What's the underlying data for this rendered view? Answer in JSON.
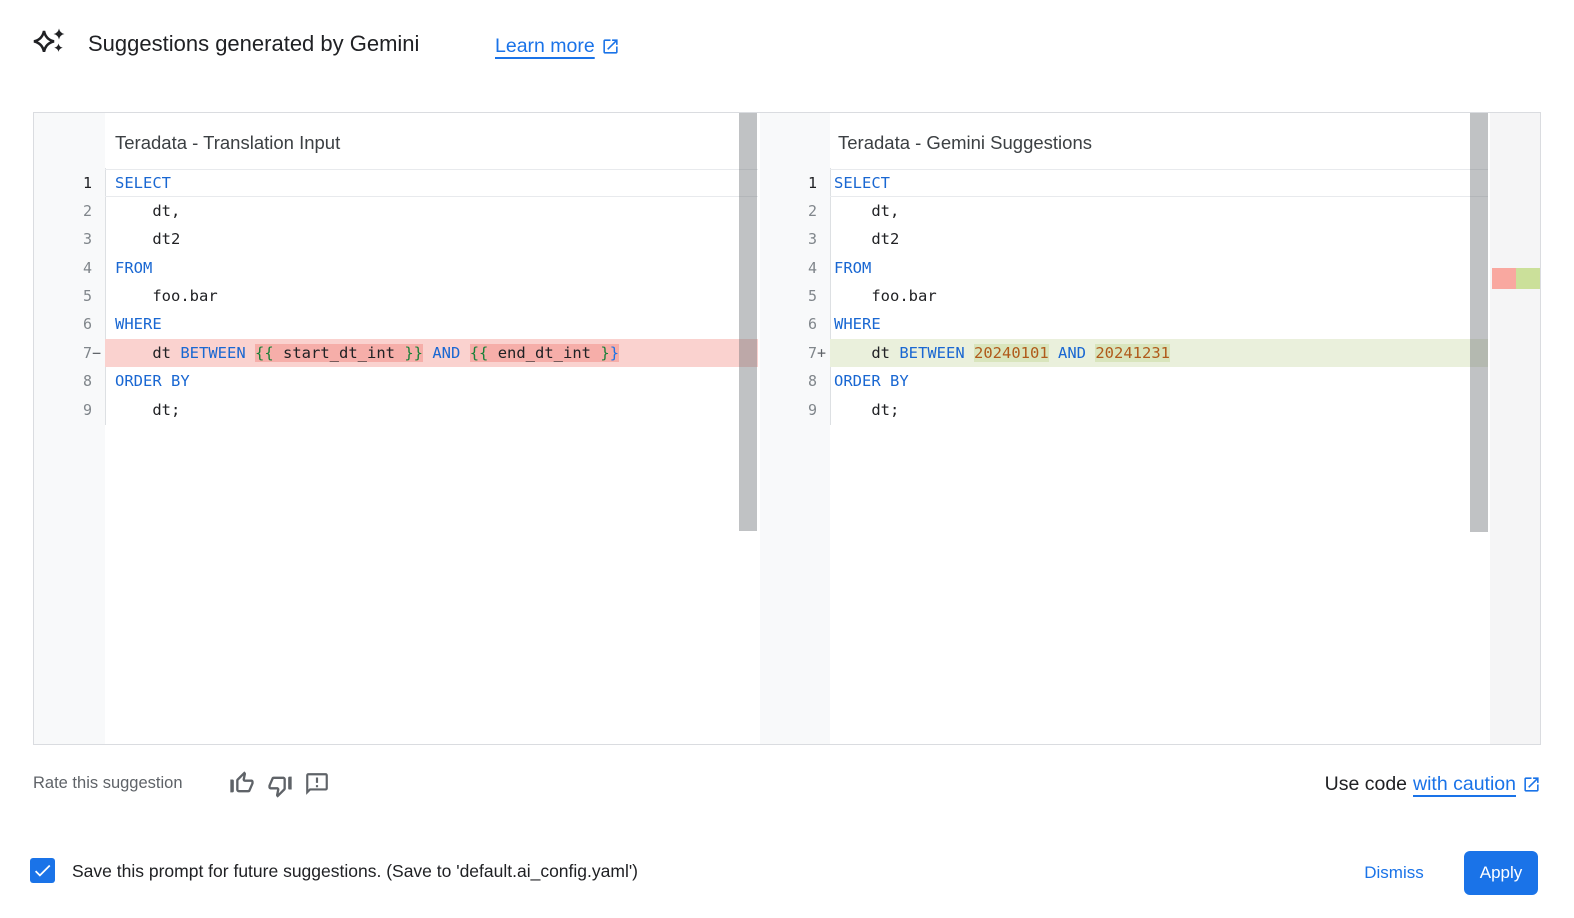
{
  "colors": {
    "accent_blue": "#1a73e8",
    "keyword_blue": "#1967d2",
    "brace_green": "#188038",
    "literal_orange": "#b05a1a",
    "deleted_line_bg": "#fad2cf",
    "deleted_token_bg": "#f6aea9",
    "added_line_bg": "#eaf0dc",
    "added_token_bg": "#d9e5bd",
    "ruler_deleted": "#f9a8a0",
    "ruler_added": "#cbe09a",
    "gutter_bg": "#f8f9fa",
    "line_number_gray": "#80868b",
    "text_primary": "#202124",
    "text_secondary": "#5f6368"
  },
  "header": {
    "icon": "gemini-sparkle-icon",
    "title": "Suggestions generated by Gemini",
    "learn_more_label": "Learn more"
  },
  "panels": {
    "left": {
      "title": "Teradata - Translation Input",
      "lines": [
        {
          "n": "1",
          "sign": "",
          "diff": "",
          "tokens": [
            {
              "t": "SELECT",
              "c": "kw"
            }
          ]
        },
        {
          "n": "2",
          "sign": "",
          "diff": "",
          "tokens": [
            {
              "t": "    dt,",
              "c": "plain"
            }
          ]
        },
        {
          "n": "3",
          "sign": "",
          "diff": "",
          "tokens": [
            {
              "t": "    dt2",
              "c": "plain"
            }
          ]
        },
        {
          "n": "4",
          "sign": "",
          "diff": "",
          "tokens": [
            {
              "t": "FROM",
              "c": "kw"
            }
          ]
        },
        {
          "n": "5",
          "sign": "",
          "diff": "",
          "tokens": [
            {
              "t": "    foo.bar",
              "c": "plain"
            }
          ]
        },
        {
          "n": "6",
          "sign": "",
          "diff": "",
          "tokens": [
            {
              "t": "WHERE",
              "c": "kw"
            }
          ]
        },
        {
          "n": "7",
          "sign": "−",
          "diff": "del",
          "tokens": [
            {
              "t": "    dt ",
              "c": "plain"
            },
            {
              "t": "BETWEEN",
              "c": "kw"
            },
            {
              "t": " ",
              "c": "plain"
            },
            {
              "t": "{{",
              "c": "brace",
              "hl": true
            },
            {
              "t": " start_dt_int ",
              "c": "plain",
              "hl": true
            },
            {
              "t": "}}",
              "c": "brace",
              "hl": true
            },
            {
              "t": " ",
              "c": "plain"
            },
            {
              "t": "AND",
              "c": "kw"
            },
            {
              "t": " ",
              "c": "plain"
            },
            {
              "t": "{{",
              "c": "brace",
              "hl": true
            },
            {
              "t": " end_dt_int ",
              "c": "plain",
              "hl": true
            },
            {
              "t": "}",
              "c": "brace",
              "hl": true
            },
            {
              "t": "}",
              "c": "brace-blue",
              "hl": true
            }
          ]
        },
        {
          "n": "8",
          "sign": "",
          "diff": "",
          "tokens": [
            {
              "t": "ORDER BY",
              "c": "kw"
            }
          ]
        },
        {
          "n": "9",
          "sign": "",
          "diff": "",
          "tokens": [
            {
              "t": "    dt;",
              "c": "plain"
            }
          ]
        }
      ]
    },
    "right": {
      "title": "Teradata - Gemini Suggestions",
      "lines": [
        {
          "n": "1",
          "sign": "",
          "diff": "",
          "tokens": [
            {
              "t": "SELECT",
              "c": "kw"
            }
          ]
        },
        {
          "n": "2",
          "sign": "",
          "diff": "",
          "tokens": [
            {
              "t": "    dt,",
              "c": "plain"
            }
          ]
        },
        {
          "n": "3",
          "sign": "",
          "diff": "",
          "tokens": [
            {
              "t": "    dt2",
              "c": "plain"
            }
          ]
        },
        {
          "n": "4",
          "sign": "",
          "diff": "",
          "tokens": [
            {
              "t": "FROM",
              "c": "kw"
            }
          ]
        },
        {
          "n": "5",
          "sign": "",
          "diff": "",
          "tokens": [
            {
              "t": "    foo.bar",
              "c": "plain"
            }
          ]
        },
        {
          "n": "6",
          "sign": "",
          "diff": "",
          "tokens": [
            {
              "t": "WHERE",
              "c": "kw"
            }
          ]
        },
        {
          "n": "7",
          "sign": "+",
          "diff": "add",
          "tokens": [
            {
              "t": "    dt ",
              "c": "plain"
            },
            {
              "t": "BETWEEN",
              "c": "kw"
            },
            {
              "t": " ",
              "c": "plain"
            },
            {
              "t": "20240101",
              "c": "num",
              "hl": true
            },
            {
              "t": " ",
              "c": "plain"
            },
            {
              "t": "AND",
              "c": "kw"
            },
            {
              "t": " ",
              "c": "plain"
            },
            {
              "t": "20241231",
              "c": "num",
              "hl": true
            }
          ]
        },
        {
          "n": "8",
          "sign": "",
          "diff": "",
          "tokens": [
            {
              "t": "ORDER BY",
              "c": "kw"
            }
          ]
        },
        {
          "n": "9",
          "sign": "",
          "diff": "",
          "tokens": [
            {
              "t": "    dt;",
              "c": "plain"
            }
          ]
        }
      ]
    }
  },
  "footer": {
    "rate_label": "Rate this suggestion",
    "icons": [
      "thumb-up-icon",
      "thumb-down-icon",
      "feedback-icon"
    ],
    "use_code_prefix": "Use code",
    "use_code_link_label": "with caution"
  },
  "bottom_bar": {
    "checkbox_checked": true,
    "checkbox_label": "Save this prompt for future suggestions. (Save to 'default.ai_config.yaml')",
    "dismiss_label": "Dismiss",
    "apply_label": "Apply"
  }
}
